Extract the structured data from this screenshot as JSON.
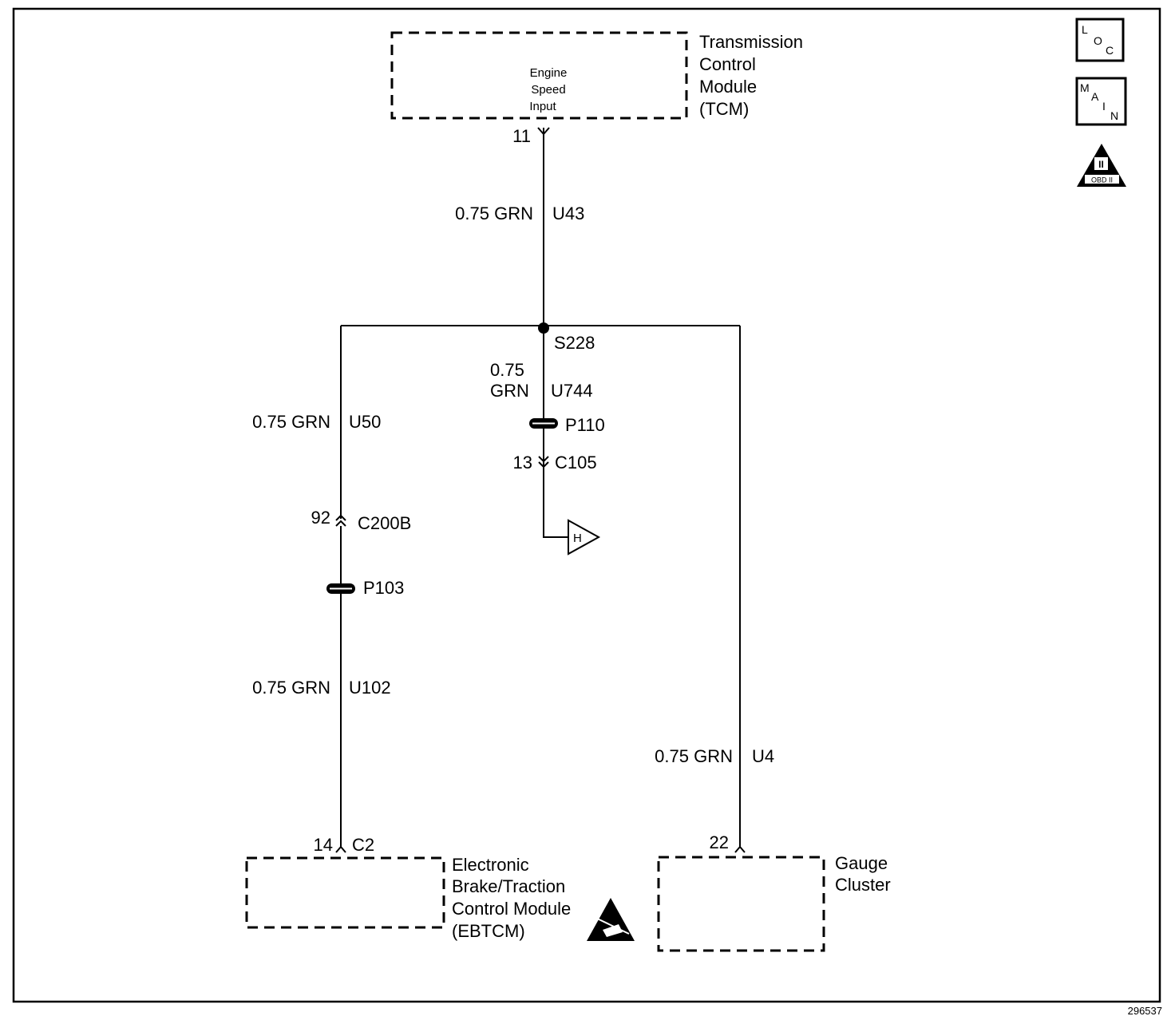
{
  "modules": {
    "tcm": {
      "name_lines": [
        "Transmission",
        "Control",
        "Module",
        "(TCM)"
      ],
      "inner_lines": [
        "Engine",
        "Speed",
        "Input"
      ],
      "pin": "11"
    },
    "ebtcm": {
      "name_lines": [
        "Electronic",
        "Brake/Traction",
        "Control Module",
        "(EBTCM)"
      ],
      "pin": "14",
      "connector": "C2"
    },
    "gauge": {
      "name_lines": [
        "Gauge",
        "Cluster"
      ],
      "pin": "22"
    }
  },
  "wires": {
    "u43": {
      "gauge_color": "0.75 GRN",
      "circuit": "U43"
    },
    "u744": {
      "gauge": "0.75",
      "color": "GRN",
      "circuit": "U744"
    },
    "u50": {
      "gauge_color": "0.75 GRN",
      "circuit": "U50"
    },
    "u102": {
      "gauge_color": "0.75 GRN",
      "circuit": "U102"
    },
    "u4": {
      "gauge_color": "0.75 GRN",
      "circuit": "U4"
    }
  },
  "splice": {
    "label": "S228"
  },
  "connectors": {
    "c105": {
      "pin": "13",
      "label": "C105"
    },
    "c200b": {
      "pin": "92",
      "label": "C200B"
    }
  },
  "pass_throughs": {
    "p110": "P110",
    "p103": "P103"
  },
  "offpage_ref": {
    "letter": "H"
  },
  "legend_icons": {
    "loc": {
      "l": "L",
      "o": "O",
      "c": "C"
    },
    "main": {
      "m": "M",
      "a": "A",
      "i": "I",
      "n": "N"
    },
    "obd": {
      "roman": "II",
      "text": "OBD II"
    }
  },
  "figure_number": "296537"
}
